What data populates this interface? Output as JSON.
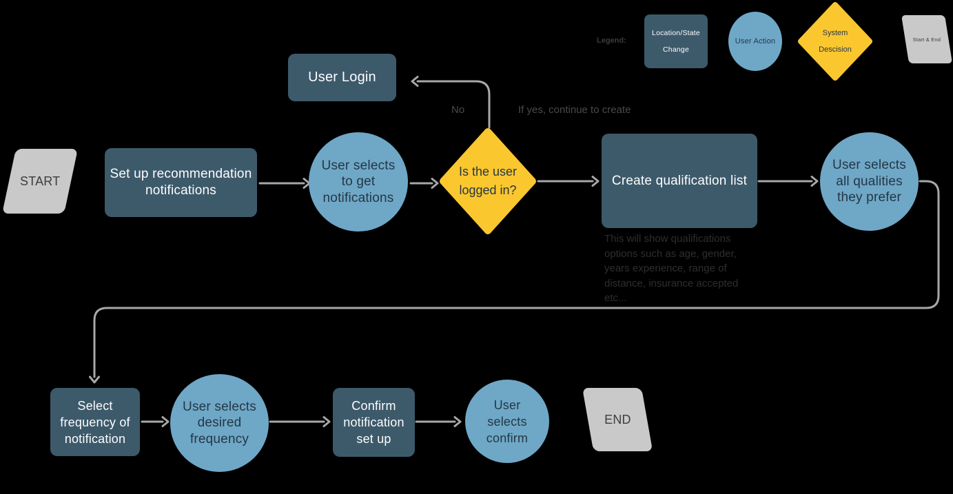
{
  "colors": {
    "background": "#000000",
    "location_state_change_fill": "#3d5a6b",
    "user_action_fill": "#6fa7c7",
    "system_decision_fill": "#fbc72f",
    "start_end_fill": "#c9c9c9",
    "connector": "#a8a8a8",
    "dark_label": "#243744",
    "light_label": "#fdfdfd",
    "annotation": "#4a4a4a"
  },
  "legend": {
    "label": "Legend:",
    "items": [
      {
        "shape": "rectangle",
        "label": "Location/State\nChange"
      },
      {
        "shape": "ellipse",
        "label": "User Action"
      },
      {
        "shape": "diamond",
        "label": "System\nDescision"
      },
      {
        "shape": "parallelogram",
        "label": "Start & End"
      }
    ]
  },
  "nodes": {
    "start": "START",
    "setup": "Set up recommendation\nnotifications",
    "user_login": "User Login",
    "select_notifications": "User selects\nto get\nnotifications",
    "logged_in": "Is the user\nlogged in?",
    "create_list": "Create qualification list",
    "select_qualities": "User selects\nall qualities\nthey prefer",
    "select_frequency": "Select\nfrequency of\nnotification",
    "desired_frequency": "User selects\ndesired\nfrequency",
    "confirm_setup": "Confirm\nnotification\nset up",
    "user_confirm": "User\nselects\nconfirm",
    "end": "END"
  },
  "annotations": {
    "no_label": "No",
    "yes_label": "If yes, continue to create",
    "note": "This will show qualifications\noptions such as age, gender,\nyears experience, range of\ndistance, insurance accepted\netc..."
  }
}
